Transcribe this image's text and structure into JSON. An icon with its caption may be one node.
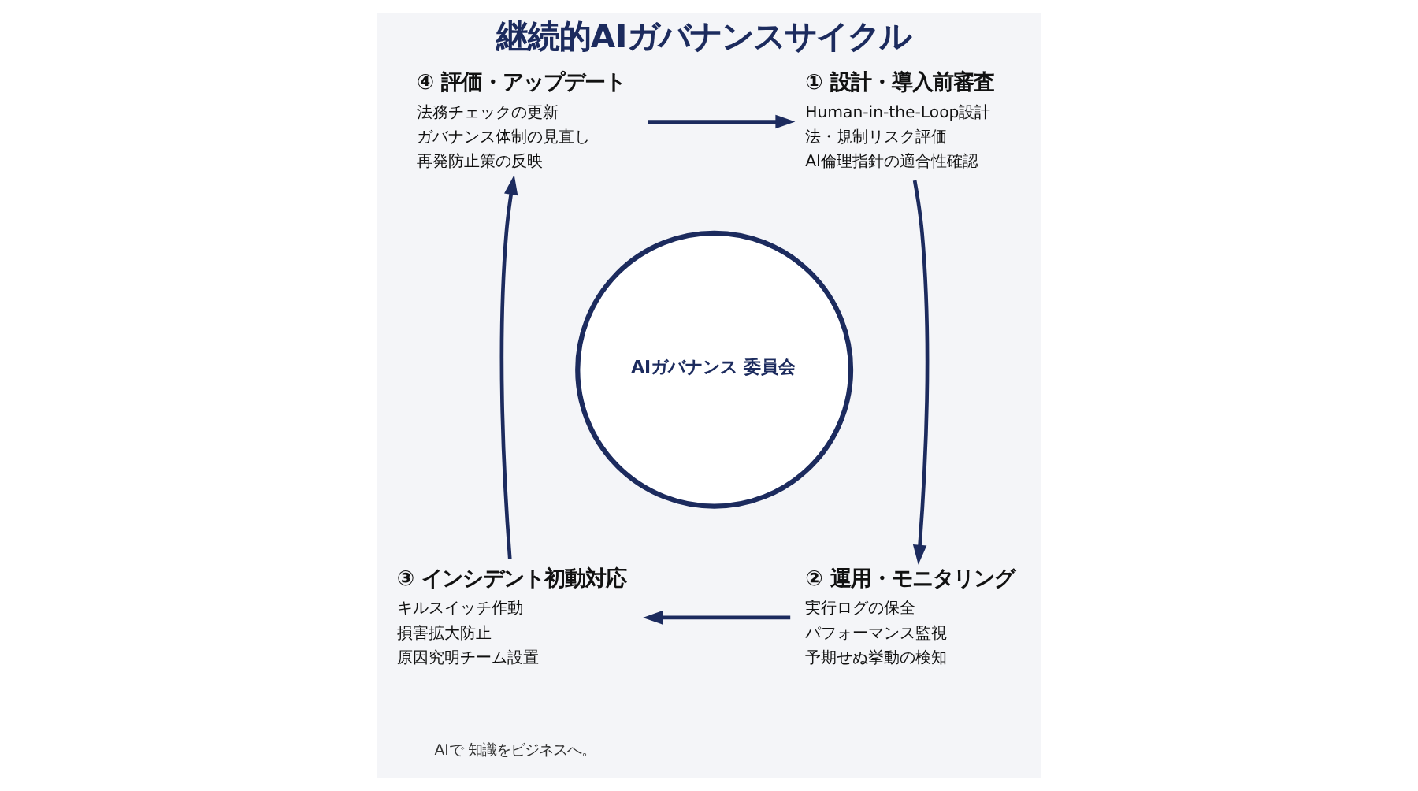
{
  "diagram": {
    "title": "継続的AIガバナンスサイクル",
    "nodes": [
      {
        "text": [
          "④ 評価・アップデート",
          "法務チェックの更新",
          "ガバナンス体制の見直し",
          "再発防止策の反映"
        ]
      },
      {
        "text": [
          "① 設計・導入前審査",
          "Human-in-the-Loop設計",
          "法・規制リスク評価",
          "AI倫理指針の適合性確認"
        ]
      },
      {
        "text": [
          "AIガバナンス 委員会"
        ]
      },
      {
        "text": [
          "③ インシデント初動対応",
          "キルスイッチ作動",
          "損害拡大防止",
          "原因究明チーム設置"
        ]
      },
      {
        "text": [
          "② 運用・モニタリング",
          "実行ログの保全",
          "パフォーマンス監視",
          "予期せぬ挙動の検知"
        ]
      }
    ],
    "edges": [
      {
        "from": 1,
        "to": 4,
        "arrow": "to"
      },
      {
        "from": 4,
        "to": 3,
        "arrow": "to"
      },
      {
        "from": 3,
        "to": 0,
        "arrow": "to"
      },
      {
        "from": 0,
        "to": 1,
        "arrow": "to"
      }
    ],
    "labels": [
      "AIで 知識をビジネスへ。"
    ]
  }
}
